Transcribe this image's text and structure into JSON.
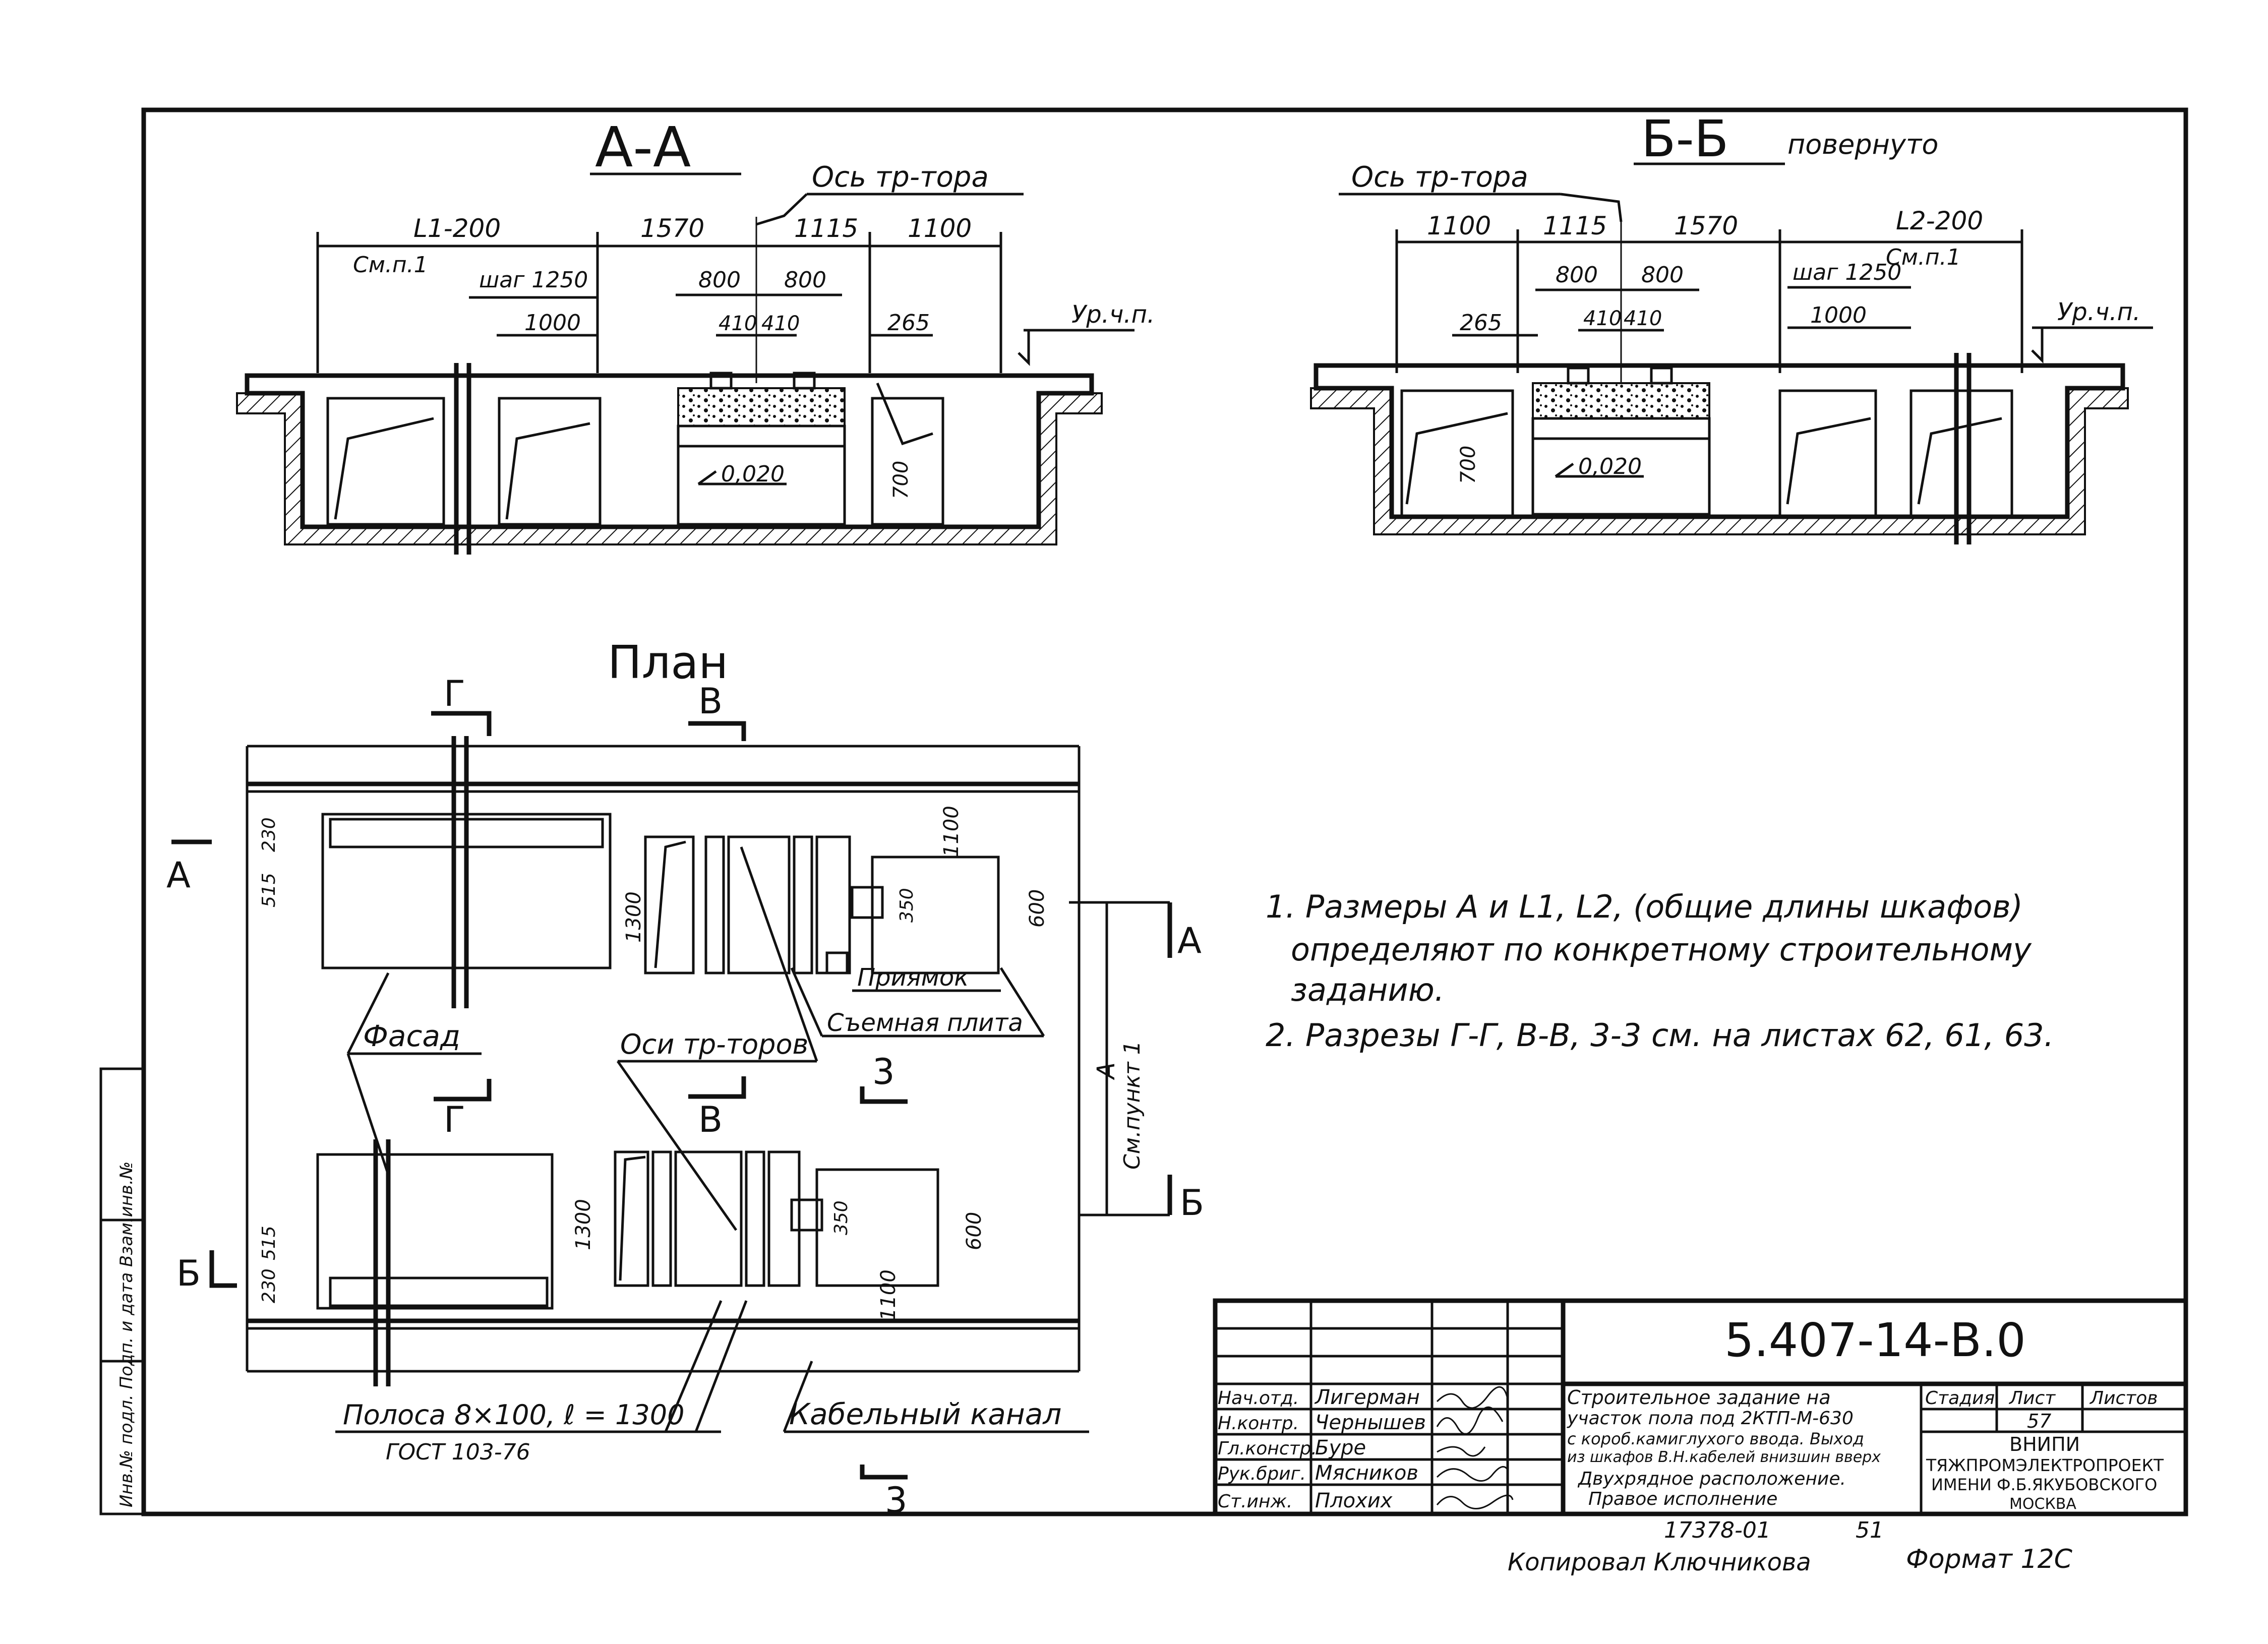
{
  "sheet": {
    "section_aa": {
      "title": "А-А",
      "axis_label": "Ось тр-тора",
      "dims_top": [
        "L1-200",
        "1570",
        "1115",
        "1100"
      ],
      "see_note": "См.п.1",
      "dims_mid": [
        "шаг 1250",
        "800",
        "800"
      ],
      "dims_low": [
        "1000",
        "410",
        "410",
        "265"
      ],
      "level": "Ур.ч.п.",
      "slope": "0,020",
      "depth": "700"
    },
    "section_bb": {
      "title": "Б-Б",
      "title_suffix": "повернуто",
      "axis_label": "Ось тр-тора",
      "dims_top": [
        "1100",
        "1115",
        "1570",
        "L2-200"
      ],
      "see_note": "См.п.1",
      "dims_mid": [
        "800",
        "800",
        "шаг 1250"
      ],
      "dims_low": [
        "265",
        "410",
        "410",
        "1000"
      ],
      "level": "Ур.ч.п.",
      "slope": "0,020",
      "depth": "700"
    },
    "plan": {
      "title": "План",
      "cut_g": "Г",
      "cut_v": "В",
      "cut_a": "А",
      "cut_b": "Б",
      "cut_3": "3",
      "dim_515": "515",
      "dim_230": "230",
      "dim_1300": "1300",
      "dim_1100": "1100",
      "dim_350": "350",
      "dim_600": "600",
      "dim_a": "А",
      "see_point": "См.пункт 1",
      "pit": "Приямок",
      "removable_plate": "Съемная плита",
      "facade": "Фасад",
      "transformer_axes": "Оси тр-торов",
      "strip": "Полоса 8×100, ℓ = 1300",
      "gost": "ГОСТ 103-76",
      "cable_channel": "Кабельный канал"
    },
    "notes": [
      "1. Размеры А и L1, L2, (общие длины шкафов)",
      "определяют по конкретному строительному",
      "заданию.",
      "2. Разрезы Г-Г, В-В, 3-3 см. на листах 62, 61, 63."
    ],
    "title_block": {
      "code": "5.407-14-В.0",
      "roles": [
        "Нач.отд.",
        "Н.контр.",
        "Гл.констр.",
        "Рук.бриг.",
        "Ст.инж."
      ],
      "names": [
        "Лигерман",
        "Чернышев",
        "Буре",
        "Мясников",
        "Плохих"
      ],
      "description": [
        "Строительное задание на",
        "участок пола под 2КТП-М-630",
        "с короб.камиглухого ввода. Выход",
        "из шкафов В.Н.кабелей внизшин вверх",
        "Двухрядное расположение.",
        "Правое исполнение"
      ],
      "stage_header": "Стадия",
      "sheet_header": "Лист",
      "sheets_header": "Листов",
      "sheet_number": "57",
      "org_line1": "ВНИПИ",
      "org_line2": "ТЯЖПРОМЭЛЕКТРОПРОЕКТ",
      "org_line3": "ИМЕНИ Ф.Б.ЯКУБОВСКОГО",
      "org_line4": "МОСКВА"
    },
    "footer": {
      "inventory": "17378-01",
      "page": "51",
      "copied_by": "Копировал Ключникова",
      "format": "Формат 12С"
    },
    "side_stamp": "Инв.№ подл. Подп. и дата Взам.инв.№"
  }
}
